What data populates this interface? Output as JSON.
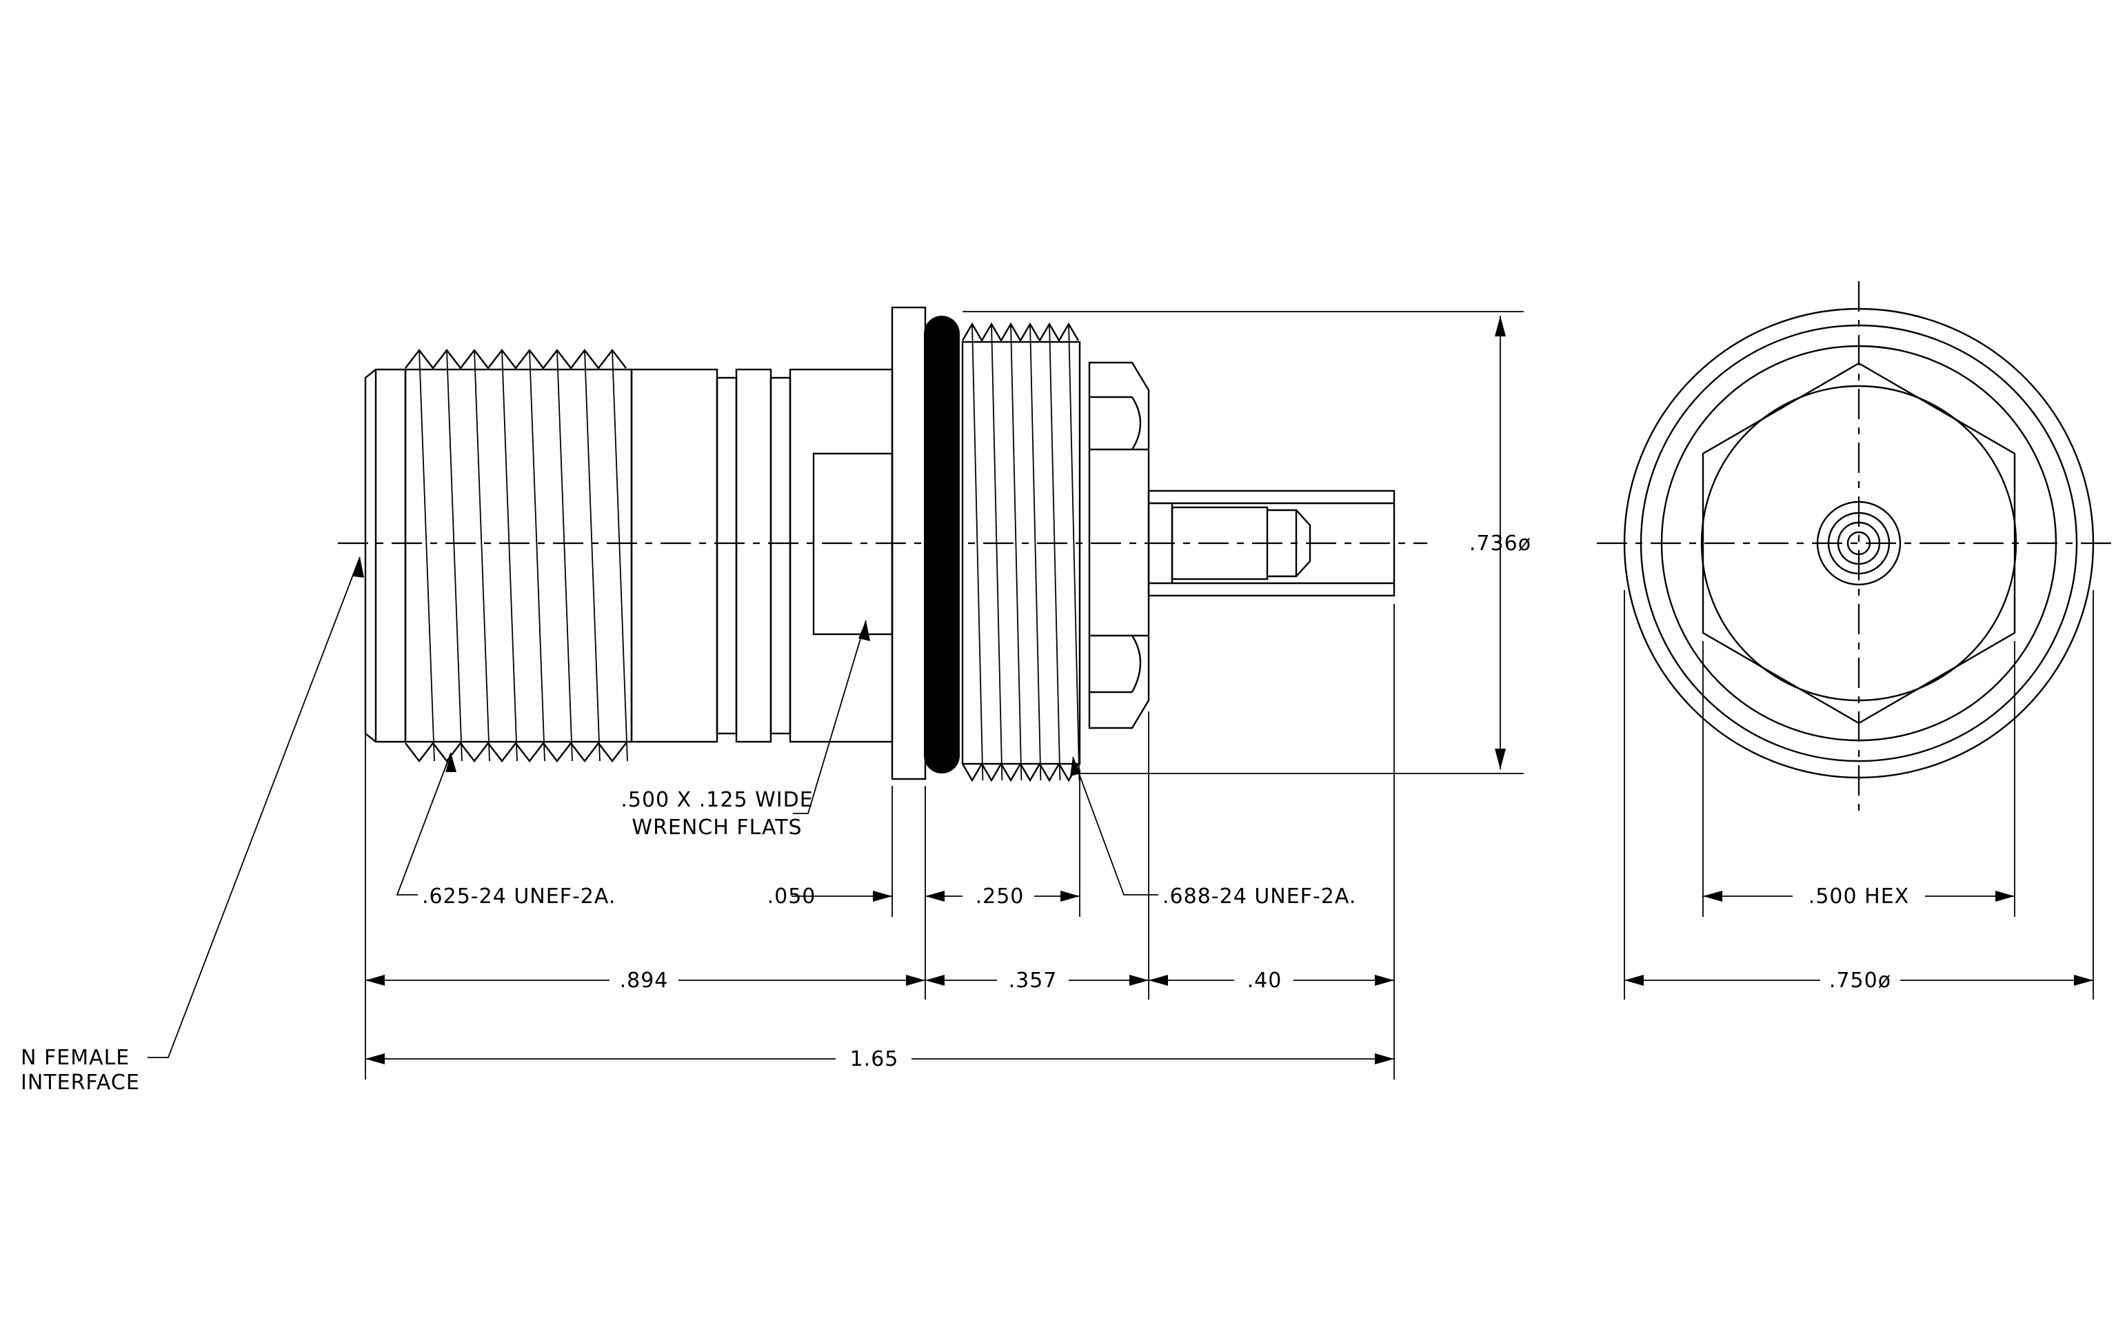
{
  "labels": {
    "thread_front": ".625-24 UNEF-2A.",
    "wrench_flats_1": ".500 X .125 WIDE",
    "wrench_flats_2": "WRENCH FLATS",
    "flange": ".050",
    "rear_thread_len": ".250",
    "thread_rear": ".688-24 UNEF-2A.",
    "front_len": ".894",
    "mid_len": ".357",
    "tail_len": ".40",
    "overall_len": "1.65",
    "seal_dia": ".736ø",
    "hex": ".500 HEX",
    "outer_dia": ".750ø",
    "interface_1": "N FEMALE",
    "interface_2": "INTERFACE"
  }
}
